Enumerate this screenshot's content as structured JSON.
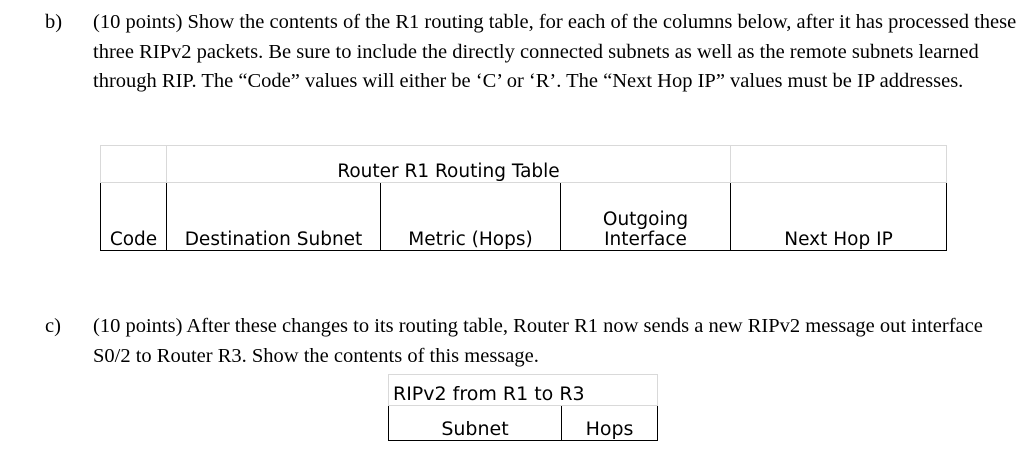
{
  "questions": [
    {
      "marker": "b)",
      "text": "(10 points) Show the contents of the R1 routing table, for each of the columns below, after it has processed these three RIPv2 packets.  Be sure to include the directly connected subnets as well as the remote subnets learned through RIP.  The “Code” values will either be ‘C’ or ‘R’.  The “Next Hop IP” values must be IP addresses."
    },
    {
      "marker": "c)",
      "text": "(10 points) After these changes to its routing table, Router R1 now sends a new RIPv2 message out interface S0/2 to Router R3.  Show the contents of this message."
    }
  ],
  "routing_table": {
    "title": "Router R1 Routing Table",
    "columns": [
      "Code",
      "Destination Subnet",
      "Metric (Hops)",
      "Outgoing Interface",
      "Next Hop IP"
    ],
    "outgoing_interface_line1": "Outgoing",
    "outgoing_interface_line2": "Interface",
    "rows": []
  },
  "ripv2_table": {
    "title": "RIPv2 from R1 to R3",
    "columns": [
      "Subnet",
      "Hops"
    ],
    "rows": []
  },
  "colors": {
    "text": "#000000",
    "faint_gridline": "#d9d9d9",
    "strong_border": "#000000",
    "background": "#ffffff"
  }
}
